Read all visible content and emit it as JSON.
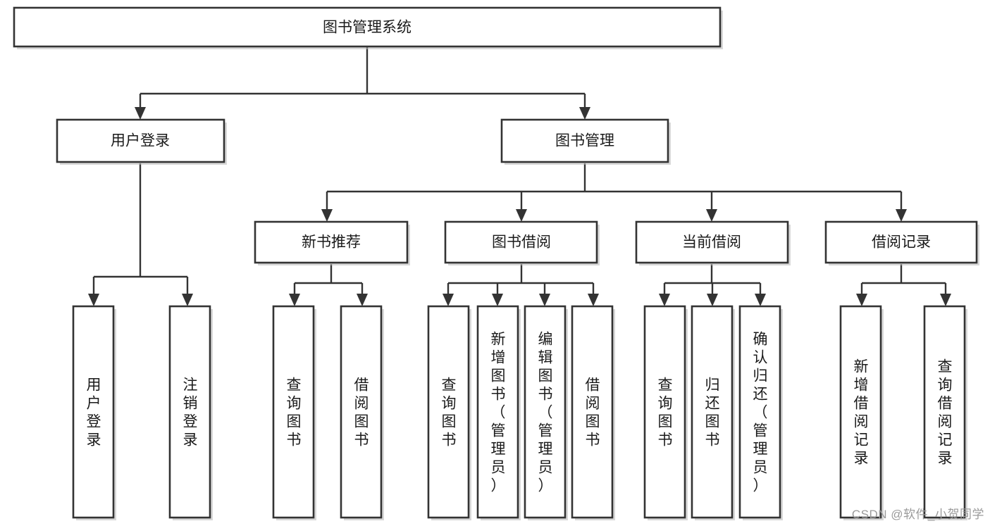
{
  "diagram": {
    "type": "tree",
    "title": "图书管理系统",
    "watermark": "CSDN @软件_小贺同学",
    "colors": {
      "box_stroke": "#333333",
      "box_fill": "#ffffff",
      "text": "#1a1a1a",
      "connector": "#333333",
      "watermark": "#9a9a9a",
      "background": "#ffffff"
    },
    "nodes": {
      "root": {
        "label": "图书管理系统",
        "orientation": "horizontal"
      },
      "level2": [
        {
          "label": "用户登录",
          "orientation": "horizontal"
        },
        {
          "label": "图书管理",
          "orientation": "horizontal"
        }
      ],
      "level3": [
        {
          "label": "新书推荐",
          "orientation": "horizontal"
        },
        {
          "label": "图书借阅",
          "orientation": "horizontal"
        },
        {
          "label": "当前借阅",
          "orientation": "horizontal"
        },
        {
          "label": "借阅记录",
          "orientation": "horizontal"
        }
      ],
      "leaves": {
        "user_login": [
          {
            "label": "用户登录",
            "orientation": "vertical"
          },
          {
            "label": "注销登录",
            "orientation": "vertical"
          }
        ],
        "new_book_recommend": [
          {
            "label": "查询图书",
            "orientation": "vertical"
          },
          {
            "label": "借阅图书",
            "orientation": "vertical"
          }
        ],
        "book_borrow": [
          {
            "label": "查询图书",
            "orientation": "vertical"
          },
          {
            "label": "新增图书（管理员）",
            "orientation": "vertical"
          },
          {
            "label": "编辑图书（管理员）",
            "orientation": "vertical"
          },
          {
            "label": "借阅图书",
            "orientation": "vertical"
          }
        ],
        "current_borrow": [
          {
            "label": "查询图书",
            "orientation": "vertical"
          },
          {
            "label": "归还图书",
            "orientation": "vertical"
          },
          {
            "label": "确认归还（管理员）",
            "orientation": "vertical"
          }
        ],
        "borrow_record": [
          {
            "label": "新增借阅记录",
            "orientation": "vertical"
          },
          {
            "label": "查询借阅记录",
            "orientation": "vertical"
          }
        ]
      }
    },
    "edges": [
      {
        "from": "图书管理系统",
        "to": "用户登录"
      },
      {
        "from": "图书管理系统",
        "to": "图书管理"
      },
      {
        "from": "用户登录",
        "to": "用户登录"
      },
      {
        "from": "用户登录",
        "to": "注销登录"
      },
      {
        "from": "图书管理",
        "to": "新书推荐"
      },
      {
        "from": "图书管理",
        "to": "图书借阅"
      },
      {
        "from": "图书管理",
        "to": "当前借阅"
      },
      {
        "from": "图书管理",
        "to": "借阅记录"
      },
      {
        "from": "新书推荐",
        "to": "查询图书"
      },
      {
        "from": "新书推荐",
        "to": "借阅图书"
      },
      {
        "from": "图书借阅",
        "to": "查询图书"
      },
      {
        "from": "图书借阅",
        "to": "新增图书（管理员）"
      },
      {
        "from": "图书借阅",
        "to": "编辑图书（管理员）"
      },
      {
        "from": "图书借阅",
        "to": "借阅图书"
      },
      {
        "from": "当前借阅",
        "to": "查询图书"
      },
      {
        "from": "当前借阅",
        "to": "归还图书"
      },
      {
        "from": "当前借阅",
        "to": "确认归还（管理员）"
      },
      {
        "from": "借阅记录",
        "to": "新增借阅记录"
      },
      {
        "from": "借阅记录",
        "to": "查询借阅记录"
      }
    ]
  }
}
